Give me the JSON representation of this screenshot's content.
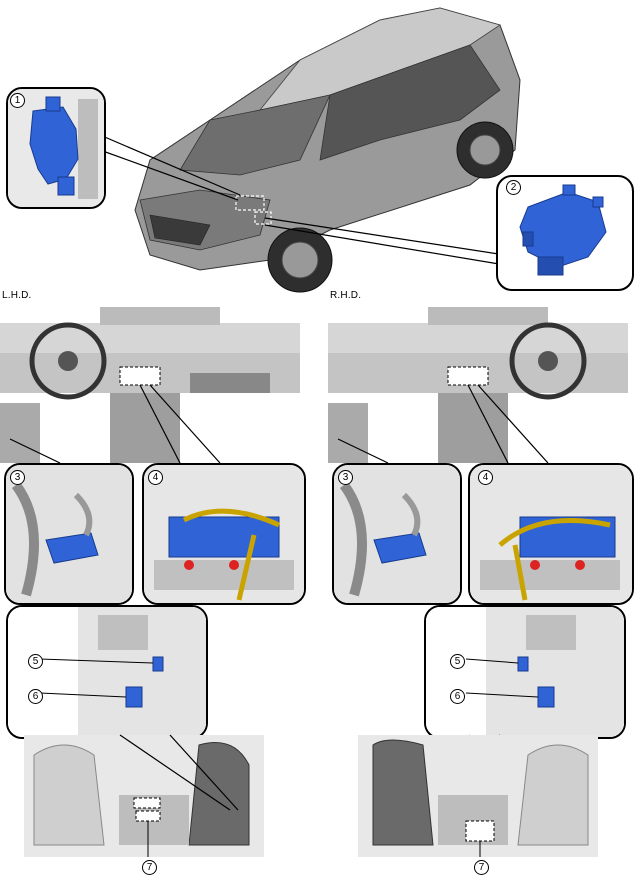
{
  "callouts": [
    "1",
    "2",
    "3",
    "4",
    "5",
    "6",
    "7"
  ],
  "labels": {
    "lhd": "L.H.D.",
    "rhd": "R.H.D."
  },
  "colors": {
    "component": "#2f63d6",
    "component_dark": "#1b3f9a",
    "body_gray": "#8a8a8a",
    "interior": "#cfcfcf",
    "line": "#000000"
  }
}
